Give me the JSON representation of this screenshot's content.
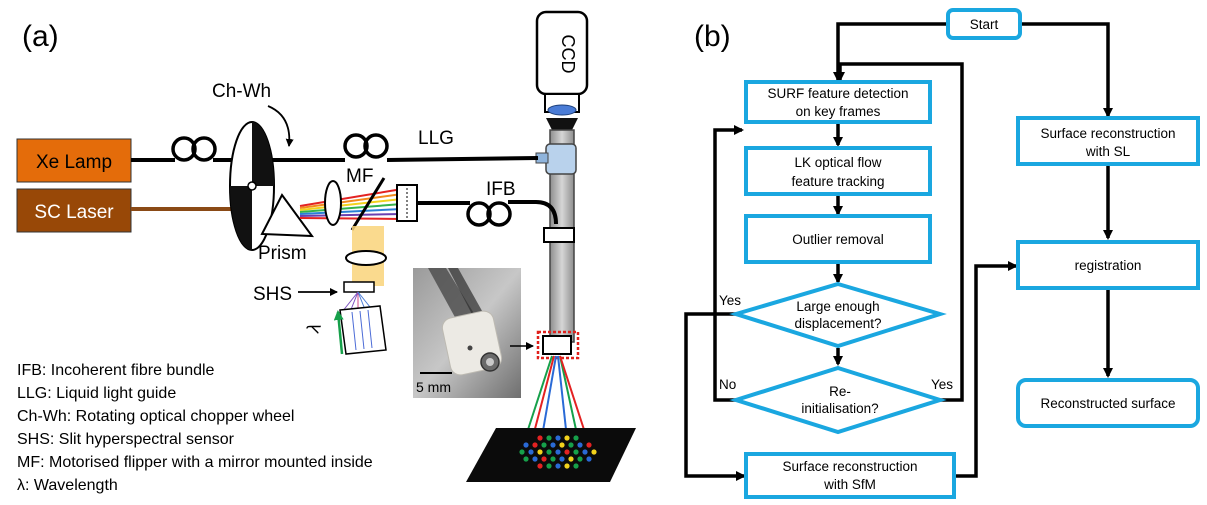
{
  "panel_a": {
    "label": "(a)",
    "xe_lamp": "Xe Lamp",
    "sc_laser": "SC Laser",
    "ch_wh": "Ch-Wh",
    "llg": "LLG",
    "ifb": "IFB",
    "mf": "MF",
    "prism": "Prism",
    "shs": "SHS",
    "lambda": "λ",
    "ccd": "CCD",
    "scale_bar": "5 mm",
    "legend": [
      "IFB: Incoherent fibre bundle",
      "LLG: Liquid light guide",
      "Ch-Wh: Rotating optical chopper wheel",
      "SHS: Slit hyperspectral sensor",
      "MF: Motorised flipper with a mirror mounted inside",
      "λ: Wavelength"
    ],
    "colors": {
      "xe_lamp_fill": "#e46c0a",
      "sc_laser_fill": "#984807",
      "beam_yellow": "#f9d37a",
      "probe_highlight": "#e0201b"
    }
  },
  "panel_b": {
    "label": "(b)",
    "start": "Start",
    "surf_line1": "SURF feature detection",
    "surf_line2": "on key frames",
    "lk_line1": "LK optical flow",
    "lk_line2": "feature tracking",
    "outlier": "Outlier removal",
    "large_line1": "Large enough",
    "large_line2": "displacement?",
    "reinit_line1": "Re-",
    "reinit_line2": "initialisation?",
    "sfm_line1": "Surface reconstruction",
    "sfm_line2": "with SfM",
    "sl_line1": "Surface reconstruction",
    "sl_line2": "with SL",
    "registration": "registration",
    "reconstructed": "Reconstructed surface",
    "yes1": "Yes",
    "no": "No",
    "yes2": "Yes",
    "colors": {
      "box_border": "#1aa7e0"
    }
  }
}
